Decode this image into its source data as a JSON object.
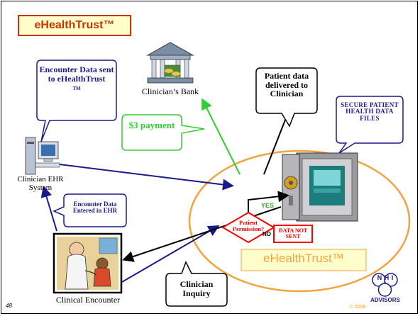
{
  "title": "eHealthTrust™",
  "slide_number": "48",
  "copyright": "© 2006",
  "labels": {
    "clinicians_bank": "Clinician’s Bank",
    "clinician_ehr_system": "Clinician EHR System",
    "clinical_encounter": "Clinical Encounter"
  },
  "callouts": {
    "encounter_data_sent": "Encounter Data sent to eHealthTrust",
    "encounter_data_sent_tm": "TM",
    "payment": "$3 payment",
    "patient_data_delivered": "Patient data delivered to Clinician",
    "secure_files": "Secure patient health data files",
    "encounter_data_entered": "Encounter Data Entered in EHR",
    "clinician_inquiry": "Clinician Inquiry"
  },
  "decision": {
    "question": "Patient Permission?",
    "yes": "YES",
    "no": "NO",
    "not_sent": "DATA NOT SENT"
  },
  "ehealthtrust_label": "eHealthTrust™",
  "logo": {
    "letters": "N H I",
    "text": "ADVISORS"
  },
  "colors": {
    "title_bg": "#ffffcc",
    "title_border": "#cc3300",
    "callout_border": "#1a1a8c",
    "callout_text_blue": "#1a1a8c",
    "payment_green": "#33cc33",
    "ellipse": "#f4a23c",
    "red": "#ff0000",
    "navy_arrow": "#1a1a8c"
  }
}
